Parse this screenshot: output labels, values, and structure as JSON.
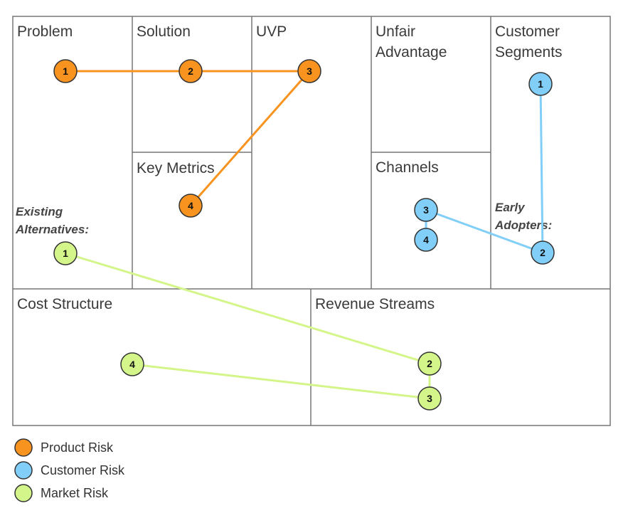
{
  "canvas": {
    "cells": {
      "problem": [
        "Problem"
      ],
      "solution": [
        "Solution"
      ],
      "uvp": [
        "UVP"
      ],
      "unfair_advantage": [
        "Unfair",
        "Advantage"
      ],
      "customer_segments": [
        "Customer",
        "Segments"
      ],
      "key_metrics": [
        "Key Metrics"
      ],
      "channels": [
        "Channels"
      ],
      "cost_structure": [
        "Cost Structure"
      ],
      "revenue_streams": [
        "Revenue Streams"
      ]
    },
    "sublabels": {
      "existing_alternatives": [
        "Existing",
        "Alternatives:"
      ],
      "early_adopters": [
        "Early",
        "Adopters:"
      ]
    }
  },
  "colors": {
    "product": "#f7931e",
    "customer": "#81cff9",
    "market": "#d4f58a",
    "grid": "#777777",
    "node_stroke": "#333333"
  },
  "legend": [
    {
      "key": "product",
      "label": "Product Risk"
    },
    {
      "key": "customer",
      "label": "Customer Risk"
    },
    {
      "key": "market",
      "label": "Market Risk"
    }
  ],
  "nodes": {
    "product": [
      "1",
      "2",
      "3",
      "4"
    ],
    "customer": [
      "1",
      "2",
      "3",
      "4"
    ],
    "market": [
      "1",
      "2",
      "3",
      "4"
    ]
  }
}
